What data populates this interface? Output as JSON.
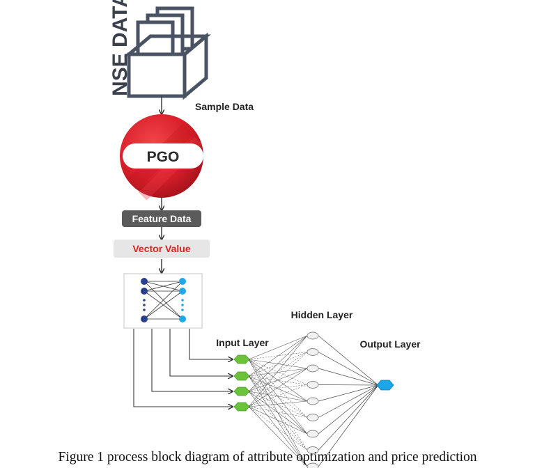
{
  "source": {
    "label": "NSE DATA",
    "caption": "Sample Data"
  },
  "optimizer": {
    "label": "PGO"
  },
  "feature_box": {
    "label": "Feature Data"
  },
  "vector_box": {
    "label": "Vector Value"
  },
  "network": {
    "hidden_label": "Hidden Layer",
    "input_label": "Input Layer",
    "output_label": "Output Layer"
  },
  "figure": {
    "caption": "Figure 1 process block diagram of attribute optimization and price prediction"
  },
  "colors": {
    "box_outline": "#4a5363",
    "pgo_red": "#d91f2a",
    "pgo_dark": "#b0141e",
    "feature_bg": "#5b5b5b",
    "vector_bg": "#e6e6e6",
    "vector_text": "#e02020",
    "node_dark": "#2b3f8f",
    "node_light": "#22a8e8",
    "input_node": "#6cc23a",
    "output_node": "#1aa6e8",
    "hidden_node": "#f2f2f2"
  }
}
